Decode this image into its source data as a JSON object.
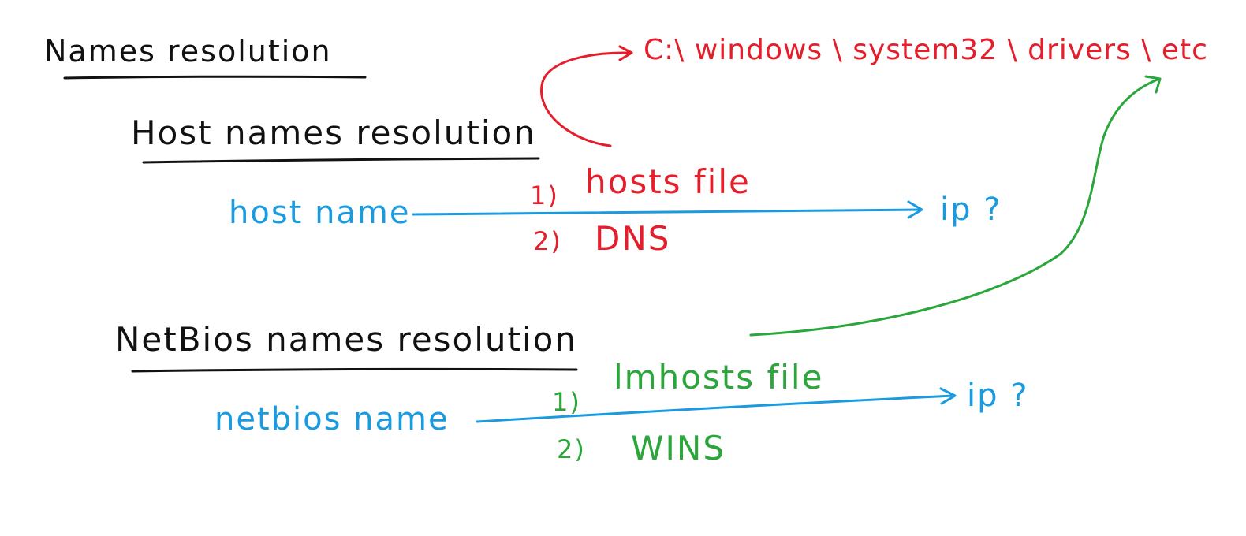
{
  "colors": {
    "ink": "#111111",
    "blue": "#1a9be0",
    "red": "#e41e2b",
    "green": "#2aa63a"
  },
  "heading": "Names resolution",
  "host_section": {
    "title": "Host names resolution",
    "source": "host name",
    "steps": [
      {
        "num": "1)",
        "text": "hosts file"
      },
      {
        "num": "2)",
        "text": "DNS"
      }
    ],
    "target": "ip ?"
  },
  "netbios_section": {
    "title": "NetBios names resolution",
    "source": "netbios name",
    "steps": [
      {
        "num": "1)",
        "text": "lmhosts file"
      },
      {
        "num": "2)",
        "text": "WINS"
      }
    ],
    "target": "ip ?"
  },
  "hosts_path": "C:\\ windows \\ system32 \\ drivers \\ etc"
}
